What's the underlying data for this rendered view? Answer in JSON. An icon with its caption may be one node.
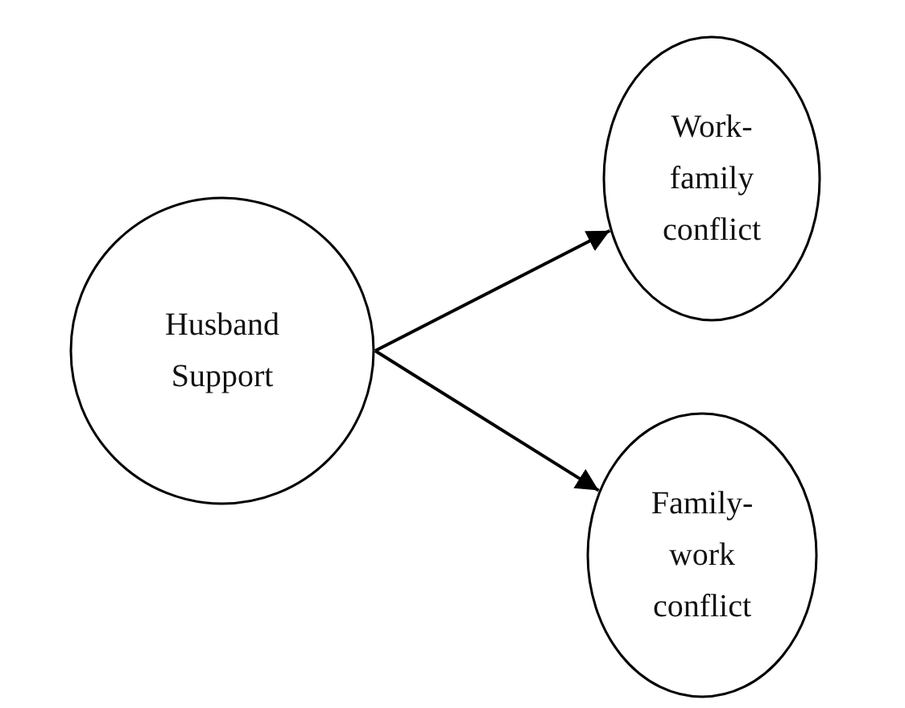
{
  "diagram": {
    "nodes": [
      {
        "text": [
          "Husband Support"
        ]
      },
      {
        "text": [
          "Work-family conflict"
        ]
      },
      {
        "text": [
          "Family-work conflict"
        ]
      }
    ],
    "edges": [
      {
        "from": 0,
        "to": 1,
        "arrow": "to"
      },
      {
        "from": 0,
        "to": 2,
        "arrow": "to"
      }
    ]
  }
}
